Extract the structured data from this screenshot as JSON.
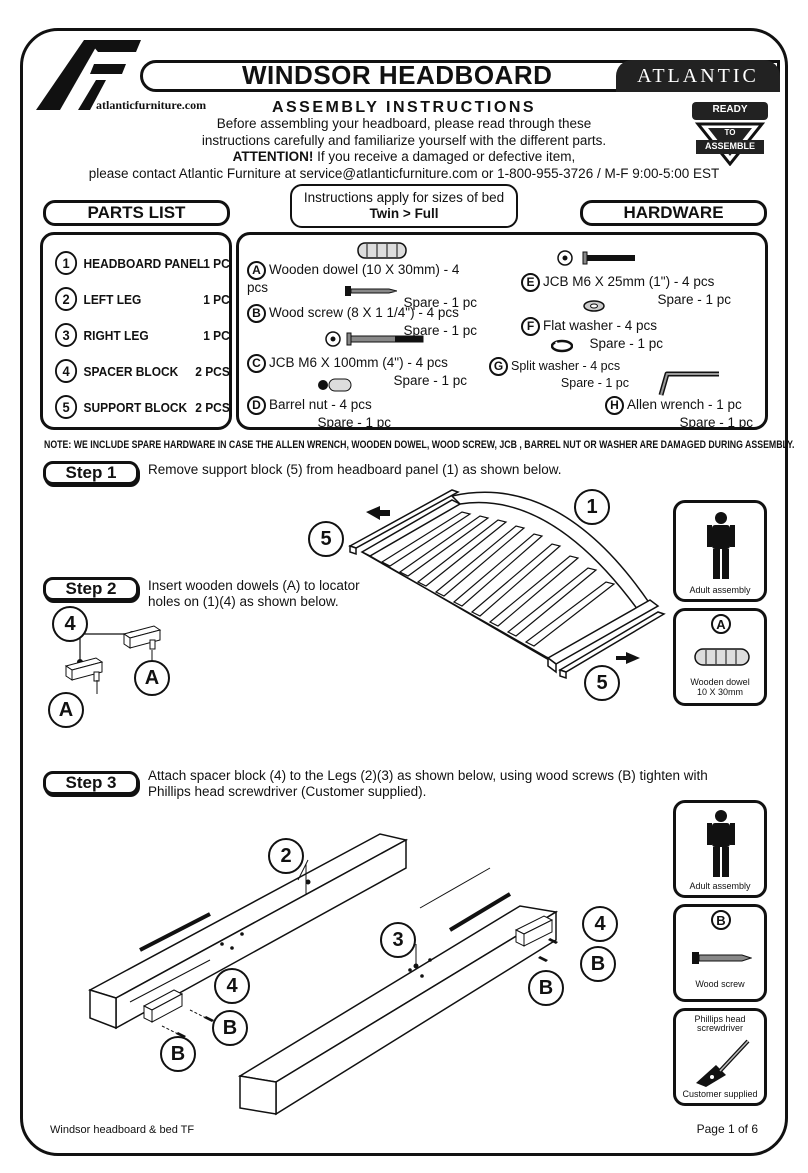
{
  "header": {
    "logo_text": "AF",
    "website": "atlanticfurniture.com",
    "title": "WINDSOR HEADBOARD",
    "brand": "ATLANTIC",
    "badge": {
      "top": "READY",
      "middle": "TO",
      "bottom": "ASSEMBLE"
    }
  },
  "intro": {
    "heading": "ASSEMBLY INSTRUCTIONS",
    "line1": "Before assembling your headboard, please read through these",
    "line2": "instructions carefully and familiarize yourself with the different parts.",
    "attention_label": "ATTENTION!",
    "attention_text": " If you receive a damaged or defective item,",
    "line4": "please contact Atlantic Furniture at service@atlanticfurniture.com or 1-800-955-3726 / M-F 9:00-5:00 EST"
  },
  "sizes": {
    "line1": "Instructions apply for sizes of bed",
    "line2": "Twin > Full"
  },
  "parts_list": {
    "title": "PARTS LIST",
    "items": [
      {
        "num": "1",
        "name": "HEADBOARD PANEL",
        "qty": "1 PC"
      },
      {
        "num": "2",
        "name": "LEFT LEG",
        "qty": "1 PC"
      },
      {
        "num": "3",
        "name": "RIGHT LEG",
        "qty": "1 PC"
      },
      {
        "num": "4",
        "name": "SPACER BLOCK",
        "qty": "2 PCS"
      },
      {
        "num": "5",
        "name": "SUPPORT BLOCK",
        "qty": "2 PCS"
      }
    ]
  },
  "hardware": {
    "title": "HARDWARE",
    "items": [
      {
        "letter": "A",
        "desc": "Wooden dowel (10 X 30mm) - 4 pcs",
        "spare": "Spare - 1 pc"
      },
      {
        "letter": "B",
        "desc": "Wood screw (8 X 1 1/4\") - 4 pcs",
        "spare": "Spare - 1 pc"
      },
      {
        "letter": "C",
        "desc": "JCB M6 X 100mm (4\") - 4 pcs",
        "spare": "Spare - 1 pc"
      },
      {
        "letter": "D",
        "desc": "Barrel nut - 4 pcs",
        "spare": "Spare - 1 pc"
      },
      {
        "letter": "E",
        "desc": "JCB M6 X 25mm (1\") - 4 pcs",
        "spare": "Spare - 1 pc"
      },
      {
        "letter": "F",
        "desc": "Flat washer - 4 pcs",
        "spare": "Spare - 1 pc"
      },
      {
        "letter": "G",
        "desc": "Split washer - 4 pcs",
        "spare": "Spare - 1 pc"
      },
      {
        "letter": "H",
        "desc": "Allen wrench - 1 pc",
        "spare": "Spare - 1 pc"
      }
    ]
  },
  "note": "NOTE: WE INCLUDE SPARE HARDWARE IN CASE THE ALLEN WRENCH, WOODEN DOWEL, WOOD SCREW, JCB , BARREL NUT OR WASHER  ARE DAMAGED DURING ASSEMBLY.",
  "steps": [
    {
      "label": "Step 1",
      "text": "Remove support block (5) from headboard panel (1) as shown below."
    },
    {
      "label": "Step 2",
      "text1": "Insert wooden dowels (A) to locator",
      "text2": "holes on (1)(4) as shown below."
    },
    {
      "label": "Step 3",
      "text1": "Attach spacer block (4) to the Legs (2)(3) as shown below, using wood screws (B) tighten with",
      "text2": "Phillips head screwdriver (Customer supplied)."
    }
  ],
  "callouts": {
    "one": "1",
    "two": "2",
    "three": "3",
    "four": "4",
    "five": "5",
    "A": "A",
    "B": "B"
  },
  "sideboxes": {
    "adult": "Adult assembly",
    "dowel_letter": "A",
    "dowel_cap1": "Wooden dowel",
    "dowel_cap2": "10 X 30mm",
    "screw_letter": "B",
    "screw_cap": "Wood screw",
    "driver_top1": "Phillips head",
    "driver_top2": "screwdriver",
    "driver_cap": "Customer supplied"
  },
  "footer": {
    "left": "Windsor headboard & bed TF",
    "right": "Page 1 of 6"
  }
}
